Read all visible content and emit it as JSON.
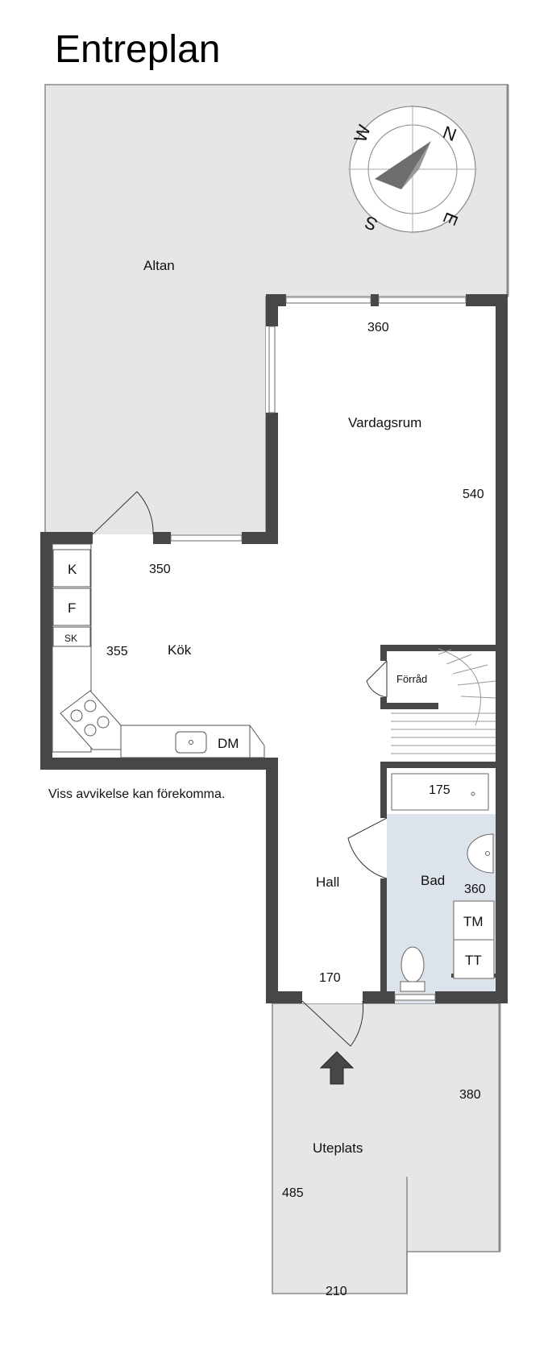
{
  "title": "Entreplan",
  "disclaimer": "Viss avvikelse kan förekomma.",
  "colors": {
    "wall": "#474747",
    "terrace": "#e6e6e6",
    "bathroom": "#dde3eb",
    "floor": "#ffffff",
    "line": "#8a8a8a"
  },
  "compass": {
    "north": "N",
    "east": "E",
    "south": "S",
    "west": "W"
  },
  "rooms": {
    "altan": "Altan",
    "vardagsrum": "Vardagsrum",
    "kok": "Kök",
    "forrad": "Förråd",
    "hall": "Hall",
    "bad": "Bad",
    "uteplats": "Uteplats"
  },
  "dimensions": {
    "vardagsrum_width": "360",
    "vardagsrum_length": "540",
    "kok_width": "350",
    "kok_length": "355",
    "bath_tub": "175",
    "bad_length": "360",
    "hall_width": "170",
    "uteplats_right": "380",
    "uteplats_left": "485",
    "uteplats_bottom": "210"
  },
  "fixtures": {
    "fridge": "K",
    "freezer": "F",
    "cabinet": "SK",
    "dishwasher": "DM",
    "washer": "TM",
    "dryer": "TT"
  }
}
